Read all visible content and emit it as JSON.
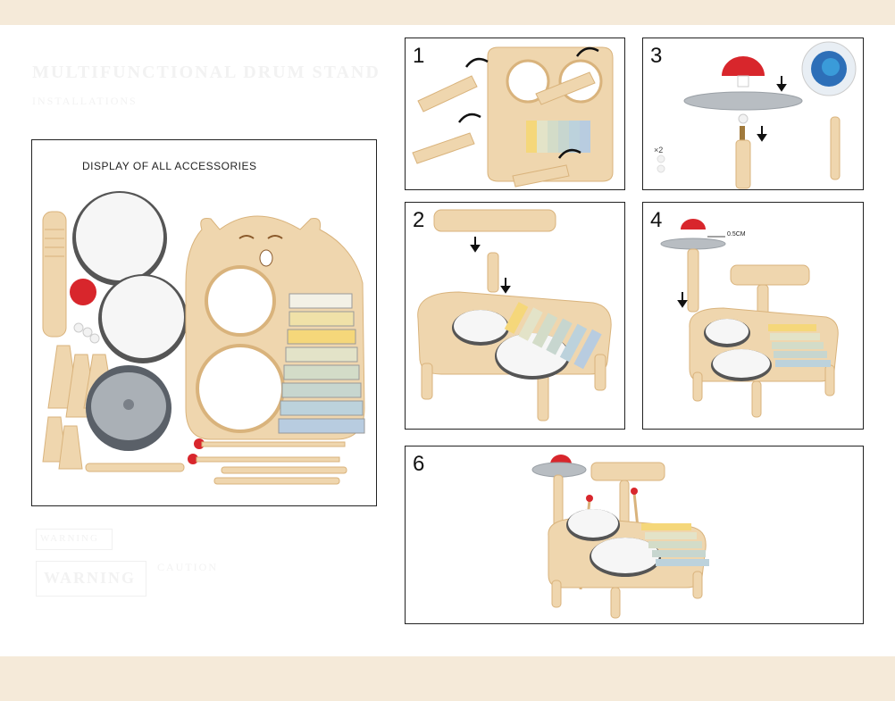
{
  "watermark": {
    "title": "MULTIFUNCTIONAL DRUM STAND",
    "subtitle": "INSTALLATIONS",
    "warning_small": "WARNING",
    "warning_large": "WARNING",
    "caution": "CAUTION"
  },
  "accessories_panel": {
    "title": "DISPLAY OF ALL ACCESSORIES"
  },
  "steps": [
    {
      "number": "1"
    },
    {
      "number": "3",
      "multiplier": "×2"
    },
    {
      "number": "2"
    },
    {
      "number": "4",
      "measurement": "0.5CM"
    },
    {
      "number": "6"
    }
  ],
  "colors": {
    "band": "#f5ead9",
    "wood": "#efd6ae",
    "wood_dark": "#d9b37c",
    "red": "#d8262c",
    "metal": "#9aa0a6",
    "drum_head": "#f6f6f6"
  }
}
